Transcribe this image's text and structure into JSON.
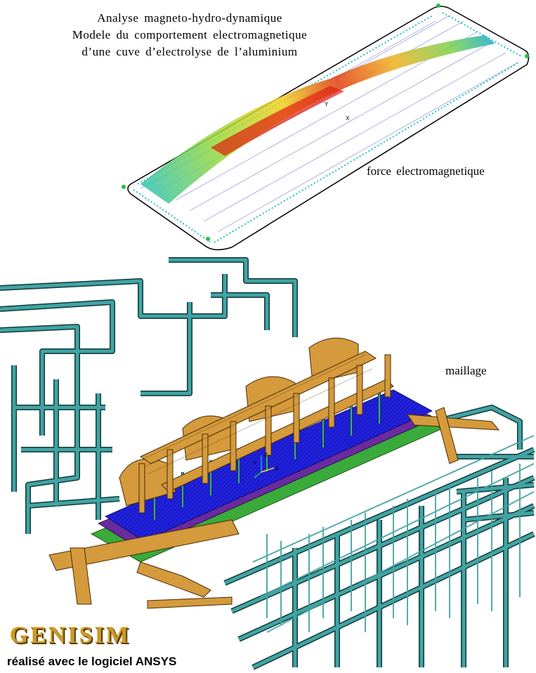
{
  "title": {
    "line1": "Analyse magneto-hydro-dynamique",
    "line2": "Modele du comportement electromagnetique",
    "line3": "d’une cuve d’electrolyse de l’aluminium"
  },
  "labels": {
    "force": "force electromagnetique",
    "mesh": "maillage"
  },
  "brand": {
    "logo_text": "GENISIM",
    "credit": "réalisé avec le logiciel ANSYS"
  },
  "axis_triad": {
    "y": "Y",
    "z": "Z",
    "x": "X"
  },
  "colors": {
    "busbar": "#43a3a3",
    "busbar_edge": "#0f3a3a",
    "superstructure": "#d49a3c",
    "superstructure_edge": "#4a2a05",
    "anode_block": "#1a1ad4",
    "cathode_layer": "#6a2aa0",
    "lining_layer": "#3aaa3a",
    "vector_low": "#1a1aa0",
    "vector_mid": "#22c0c0",
    "vector_high": "#e02010",
    "outline": "#000000"
  }
}
